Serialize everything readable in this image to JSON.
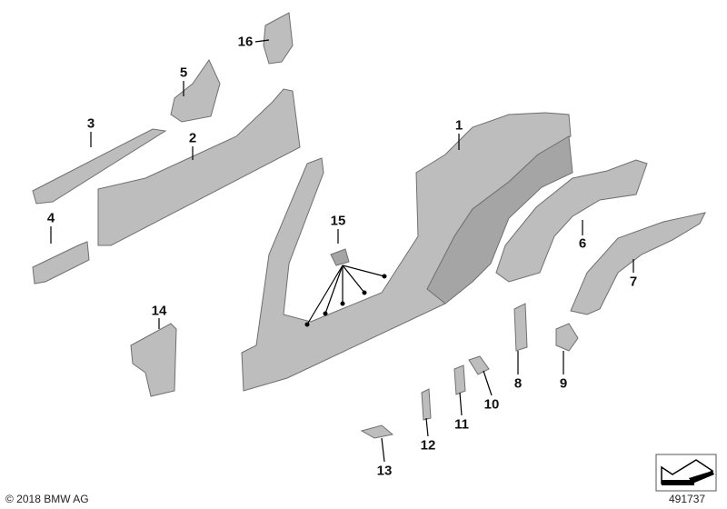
{
  "labels": [
    "1",
    "2",
    "3",
    "4",
    "5",
    "6",
    "7",
    "8",
    "9",
    "10",
    "11",
    "12",
    "13",
    "14",
    "15",
    "16"
  ],
  "copyright": "© 2018 BMW AG",
  "diagram_number": "491737",
  "colors": {
    "part": "#bdbdbd",
    "line": "#000000"
  }
}
